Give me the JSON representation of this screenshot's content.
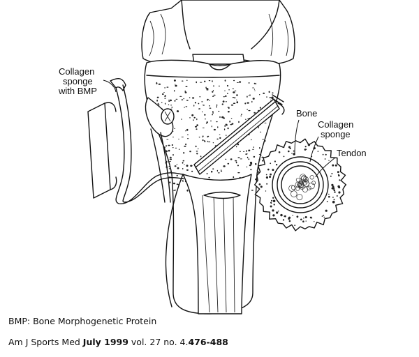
{
  "labels": {
    "collagen_sponge_bmp": [
      "Collagen",
      "sponge",
      "with BMP"
    ],
    "bone": "Bone",
    "collagen_sponge": [
      "Collagen",
      "sponge"
    ],
    "tendon": "Tendon"
  },
  "captions": {
    "definition": "BMP: Bone Morphogenetic Protein",
    "citation_prefix": "Am J Sports Med ",
    "citation_date": "July 1999",
    "citation_mid": " vol. 27 no. 4.",
    "citation_pages": "476-488"
  }
}
